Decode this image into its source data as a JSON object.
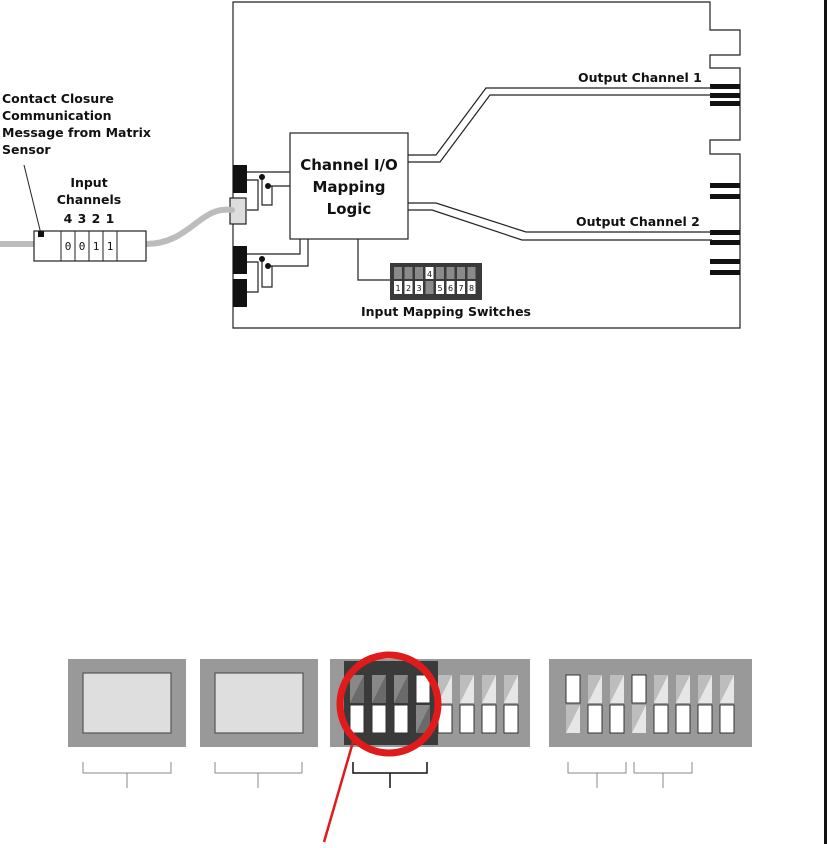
{
  "top": {
    "sensor_label": [
      "Contact Closure",
      "Communication",
      "Message from Matrix",
      "Sensor"
    ],
    "input_channels_label": [
      "Input",
      "Channels"
    ],
    "channel_numbers": [
      "4",
      "3",
      "2",
      "1"
    ],
    "channel_bits": [
      "0",
      "0",
      "1",
      "1"
    ],
    "logic_label": [
      "Channel I/O",
      "Mapping",
      "Logic"
    ],
    "output1_label": "Output Channel 1",
    "output2_label": "Output Channel 2",
    "switches_label": "Input Mapping Switches",
    "switch_digits": [
      "1",
      "2",
      "3",
      "4",
      "5",
      "6",
      "7",
      "8"
    ]
  },
  "bottom": {
    "highlight_color": "#e01b1b",
    "bank3_switches": [
      "up",
      "up",
      "up",
      "down",
      "up",
      "up",
      "up",
      "up"
    ],
    "bank4_switches": [
      "down",
      "up",
      "up",
      "down",
      "up",
      "up",
      "up",
      "up"
    ]
  }
}
